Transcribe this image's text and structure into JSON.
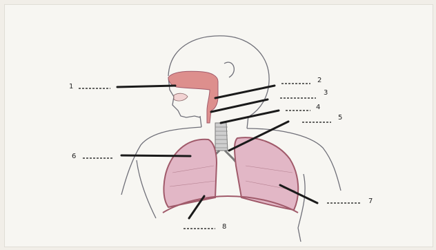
{
  "labels": [
    {
      "id": "1",
      "text": "1"
    },
    {
      "id": "2",
      "text": "2"
    },
    {
      "id": "3",
      "text": "3"
    },
    {
      "id": "4",
      "text": "4"
    },
    {
      "id": "5",
      "text": "5"
    },
    {
      "id": "6",
      "text": "6"
    },
    {
      "id": "7",
      "text": "7"
    },
    {
      "id": "8",
      "text": "8"
    }
  ],
  "colors": {
    "outline": "#6f6f78",
    "nasal": "#dd8f8d",
    "lung_fill": "#e2b7c6",
    "lung_edge": "#a05a6a",
    "pointer": "#1a1a1a",
    "dash": "#333333"
  }
}
